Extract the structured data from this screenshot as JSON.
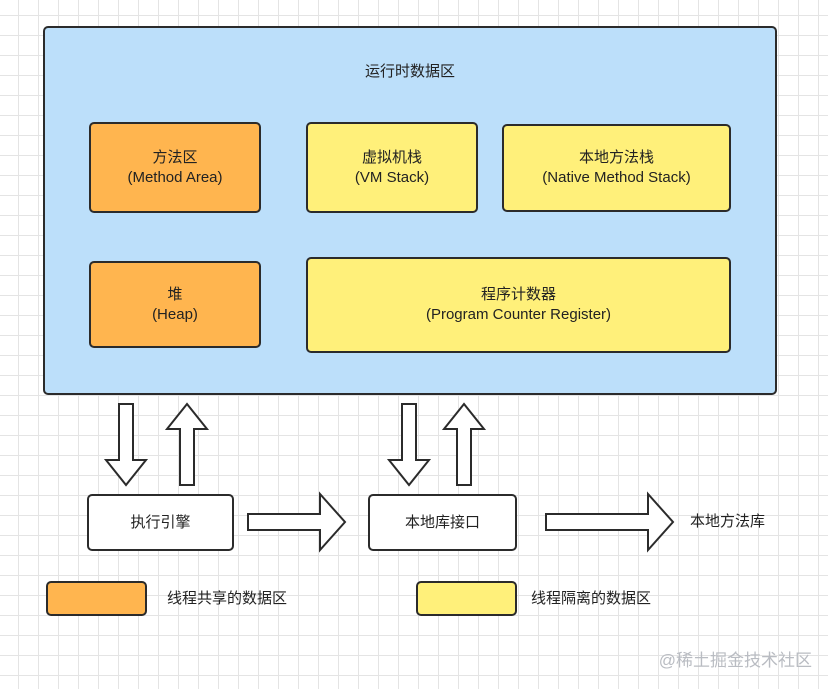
{
  "runtime_area": {
    "title": "运行时数据区"
  },
  "method_area": {
    "name": "方法区",
    "english": "(Method Area)"
  },
  "vm_stack": {
    "name": "虚拟机栈",
    "english": "(VM Stack)"
  },
  "native_method_stack": {
    "name": "本地方法栈",
    "english": "(Native Method Stack)"
  },
  "heap": {
    "name": "堆",
    "english": "(Heap)"
  },
  "program_counter": {
    "name": "程序计数器",
    "english": "(Program Counter Register)"
  },
  "execution_engine": {
    "label": "执行引擎"
  },
  "native_interface": {
    "label": "本地库接口"
  },
  "native_library": {
    "label": "本地方法库"
  },
  "legend": [
    {
      "label": "线程共享的数据区",
      "color": "#ffb54f"
    },
    {
      "label": "线程隔离的数据区",
      "color": "#fff07a"
    }
  ],
  "watermark": "@稀土掘金技术社区"
}
